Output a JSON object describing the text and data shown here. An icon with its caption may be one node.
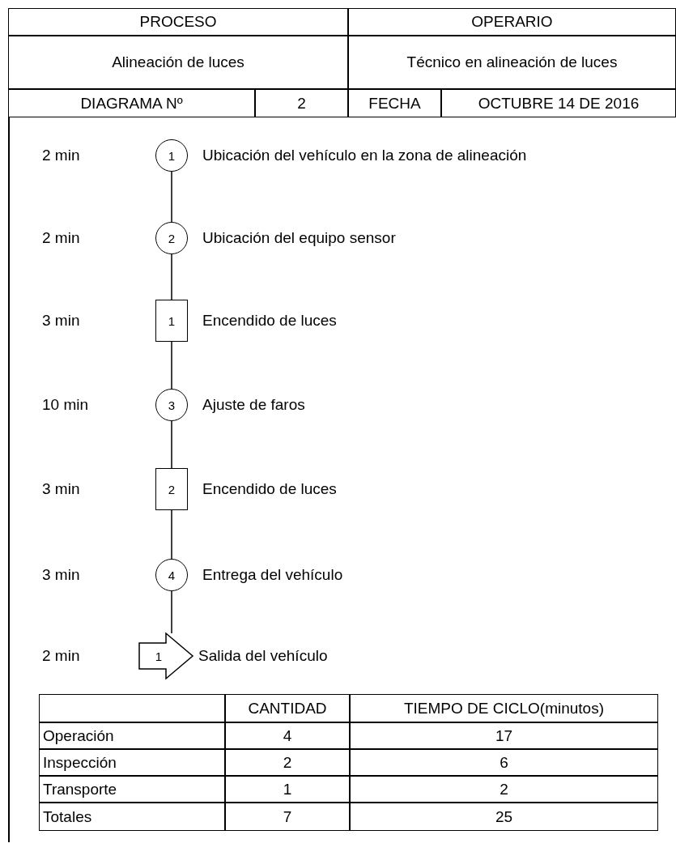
{
  "diagram": {
    "nodes": [
      {
        "text": [
          "1"
        ],
        "beside": [
          "Ubicación del vehículo en la zona de alineación"
        ]
      },
      {
        "text": [
          "2"
        ],
        "beside": [
          "Ubicación del equipo sensor"
        ]
      },
      {
        "text": [
          "1"
        ],
        "beside": [
          "Encendido de luces"
        ]
      },
      {
        "text": [
          "3"
        ],
        "beside": [
          "Ajuste de faros"
        ]
      },
      {
        "text": [
          "2"
        ],
        "beside": [
          "Encendido de luces"
        ]
      },
      {
        "text": [
          "4"
        ],
        "beside": [
          "Entrega del vehículo"
        ]
      },
      {
        "text": [
          "1"
        ],
        "beside": [
          "Salida del vehículo"
        ]
      }
    ],
    "edges": [
      {
        "from": 0,
        "to": 1,
        "arrow": "none"
      },
      {
        "from": 1,
        "to": 2,
        "arrow": "none"
      },
      {
        "from": 2,
        "to": 3,
        "arrow": "none"
      },
      {
        "from": 3,
        "to": 4,
        "arrow": "none"
      },
      {
        "from": 4,
        "to": 5,
        "arrow": "none"
      },
      {
        "from": 5,
        "to": 6,
        "arrow": "none"
      }
    ],
    "labels": [
      "PROCESO",
      "OPERARIO",
      "Alineación de luces",
      "Técnico en alineación de luces",
      "DIAGRAMA Nº",
      "2",
      "FECHA",
      "OCTUBRE 14 DE 2016",
      "2 min",
      "2 min",
      "3 min",
      "10 min",
      "3 min",
      "3 min",
      "2 min",
      "CANTIDAD",
      "TIEMPO DE CICLO(minutos)",
      "Operación",
      "4",
      "17",
      "Inspección",
      "2",
      "6",
      "Transporte",
      "1",
      "2",
      "Totales",
      "7",
      "25"
    ]
  }
}
